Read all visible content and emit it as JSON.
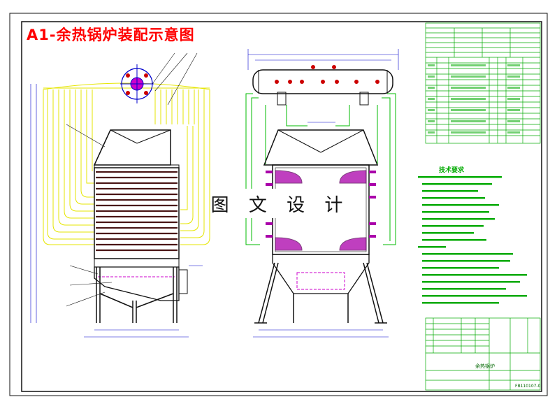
{
  "drawing": {
    "title": "A1-余热锅炉装配示意图",
    "watermark": "图 文 设 计",
    "technical_requirements_title": "技术要求",
    "title_block_name": "余热锅炉",
    "drawing_number": "FB110107-0"
  },
  "colors": {
    "frame": "#111111",
    "structure": "#0000cc",
    "piping": "#ffff00",
    "tables": "#00aa00",
    "flanges": "#aa00aa",
    "title": "#ff0000"
  }
}
